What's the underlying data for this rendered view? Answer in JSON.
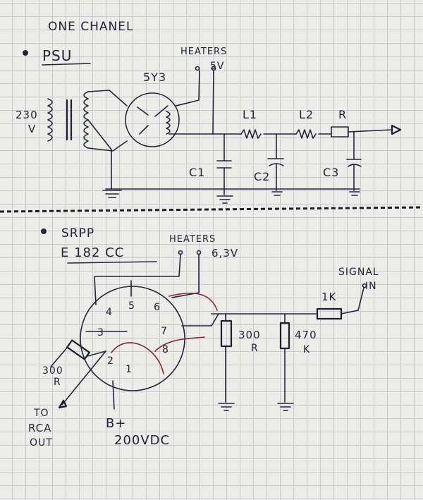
{
  "top": {
    "title": "ONE CHANEL",
    "section": "PSU",
    "tube": "5Y3",
    "heaters_label": "HEATERS",
    "heaters_voltage": "5V",
    "mains_voltage_value": "230",
    "mains_voltage_unit": "V",
    "l1": "L1",
    "l2": "L2",
    "r": "R",
    "c1": "C1",
    "c2": "C2",
    "c3": "C3"
  },
  "bottom": {
    "section": "SRPP",
    "tube": "E 182 CC",
    "heaters_label": "HEATERS",
    "heaters_voltage": "6,3V",
    "pin1": "1",
    "pin2": "2",
    "pin3": "3",
    "pin4": "4",
    "pin5": "5",
    "pin6": "6",
    "pin7": "7",
    "pin8": "8",
    "r_cathode": "300",
    "r_cathode_unit": "R",
    "r_300_value": "300",
    "r_300_unit": "R",
    "r_470_value": "470",
    "r_470_unit": "K",
    "r_1k": "1K",
    "signal_in_1": "SIGNAL",
    "signal_in_2": "IN",
    "rca_1": "TO",
    "rca_2": "RCA",
    "rca_3": "OUT",
    "bplus_1": "B+",
    "bplus_2": "200VDC"
  },
  "colors": {
    "ink": "#24243a",
    "accent_red": "#8a2b35",
    "paper": "#ecece9",
    "grid": "#c9cad0"
  }
}
